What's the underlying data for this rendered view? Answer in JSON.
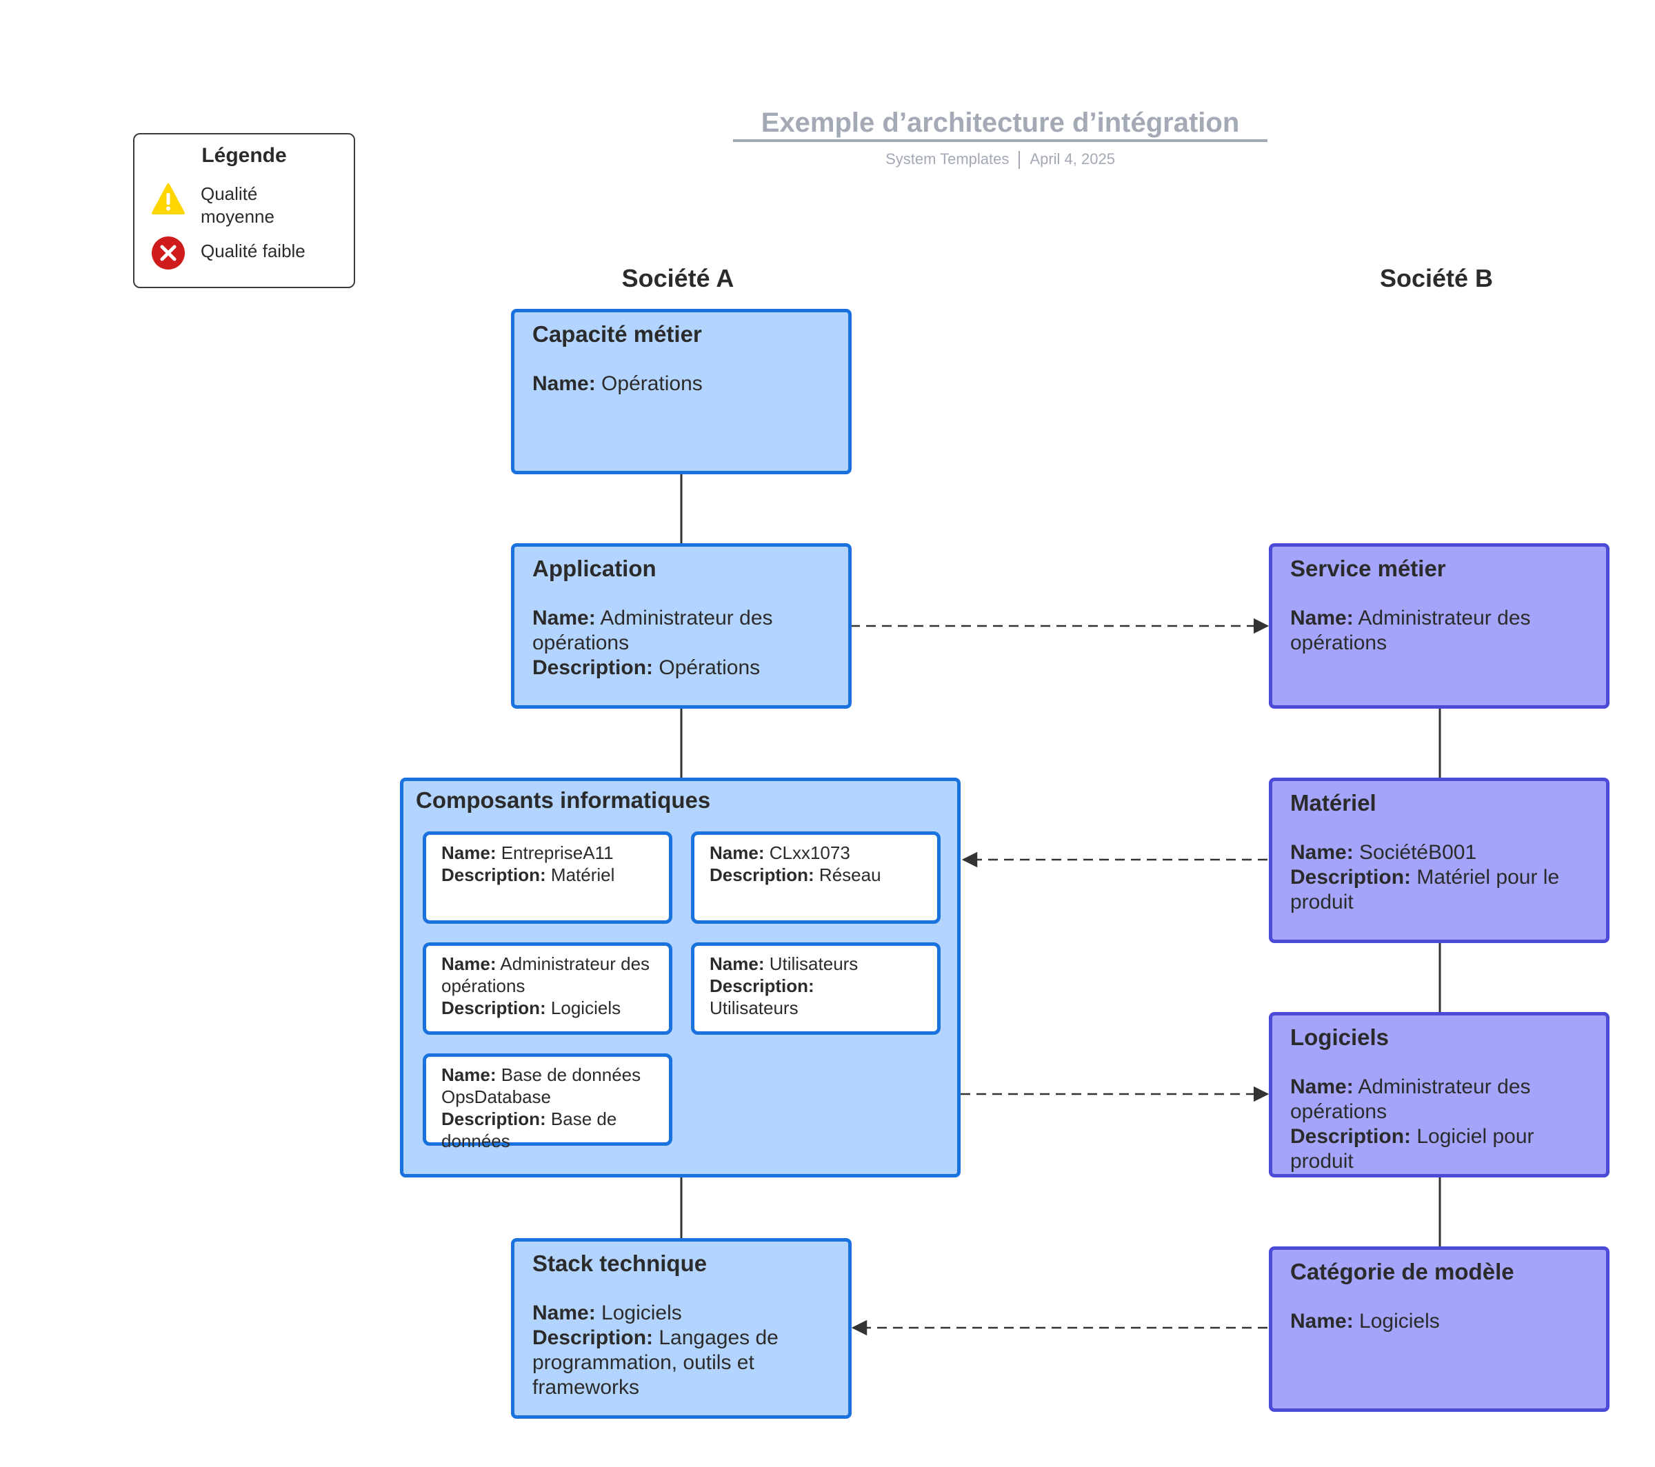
{
  "header": {
    "title": "Exemple d’architecture d’intégration",
    "source": "System Templates",
    "date": "April 4, 2025"
  },
  "legend": {
    "title": "Légende",
    "items": [
      {
        "icon": "warning-icon",
        "label": "Qualité moyenne",
        "color": "#ffd500"
      },
      {
        "icon": "error-icon",
        "label": "Qualité faible",
        "color": "#d01b1b"
      }
    ]
  },
  "columns": {
    "a": "Société A",
    "b": "Société B"
  },
  "labels": {
    "name": "Name:",
    "description": "Description:"
  },
  "company_a": {
    "capability": {
      "title": "Capacité métier",
      "name": "Opérations"
    },
    "application": {
      "title": "Application",
      "name": "Administrateur des opérations",
      "description": "Opérations"
    },
    "it_components": {
      "title": "Composants informatiques",
      "items": [
        {
          "name": "EntrepriseA11",
          "description": "Matériel"
        },
        {
          "name": "CLxx1073",
          "description": "Réseau"
        },
        {
          "name": "Administrateur des opérations",
          "description": "Logiciels"
        },
        {
          "name": "Utilisateurs",
          "description": "Utilisateurs"
        },
        {
          "name": "Base de données OpsDatabase",
          "description": "Base de données"
        }
      ]
    },
    "tech_stack": {
      "title": "Stack technique",
      "name": "Logiciels",
      "description": "Langages de programmation, outils et frameworks"
    }
  },
  "company_b": {
    "business_service": {
      "title": "Service métier",
      "name": "Administrateur des opérations"
    },
    "hardware": {
      "title": "Matériel",
      "name": "SociétéB001",
      "description": "Matériel pour le produit"
    },
    "software": {
      "title": "Logiciels",
      "name": "Administrateur des opérations",
      "description": "Logiciel pour produit"
    },
    "model_category": {
      "title": "Catégorie de modèle",
      "name": "Logiciels"
    }
  },
  "colors": {
    "company_a_fill": "#b3d4fe",
    "company_a_border": "#1a72df",
    "company_b_fill": "#a3a4fa",
    "company_b_border": "#4b4bd8"
  }
}
